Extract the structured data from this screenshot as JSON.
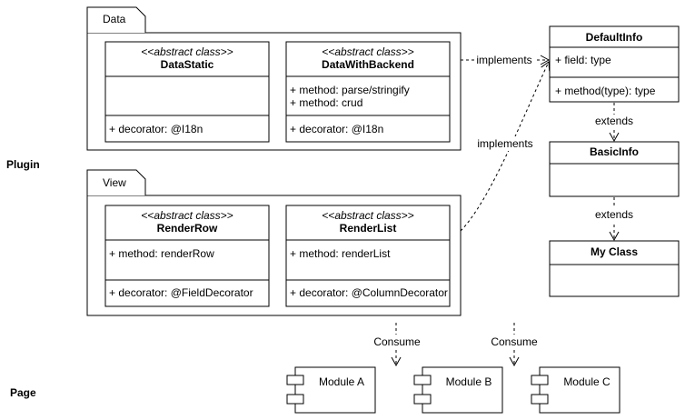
{
  "side_labels": {
    "plugin": "Plugin",
    "page": "Page"
  },
  "packages": {
    "data": {
      "name": "Data"
    },
    "view": {
      "name": "View"
    }
  },
  "classes": {
    "data_static": {
      "stereotype": "<<abstract class>>",
      "name": "DataStatic",
      "decorator": "+ decorator: @I18n"
    },
    "data_with_backend": {
      "stereotype": "<<abstract class>>",
      "name": "DataWithBackend",
      "methods": [
        "+ method: parse/stringify",
        "+ method: crud"
      ],
      "decorator": "+ decorator: @I18n"
    },
    "render_row": {
      "stereotype": "<<abstract class>>",
      "name": "RenderRow",
      "method": "+ method: renderRow",
      "decorator": "+ decorator: @FieldDecorator"
    },
    "render_list": {
      "stereotype": "<<abstract class>>",
      "name": "RenderList",
      "method": "+ method: renderList",
      "decorator": "+ decorator: @ColumnDecorator"
    },
    "default_info": {
      "name": "DefaultInfo",
      "field": "+ field: type",
      "method": "+ method(type): type"
    },
    "basic_info": {
      "name": "BasicInfo"
    },
    "my_class": {
      "name": "My Class"
    }
  },
  "edges": {
    "implements_top": "implements",
    "implements_bottom": "implements",
    "extends_1": "extends",
    "extends_2": "extends",
    "consume_1": "Consume",
    "consume_2": "Consume"
  },
  "modules": {
    "a": "Module A",
    "b": "Module B",
    "c": "Module C"
  },
  "colors": {
    "stroke": "#000000",
    "fill": "#ffffff",
    "divider": "#999999"
  }
}
